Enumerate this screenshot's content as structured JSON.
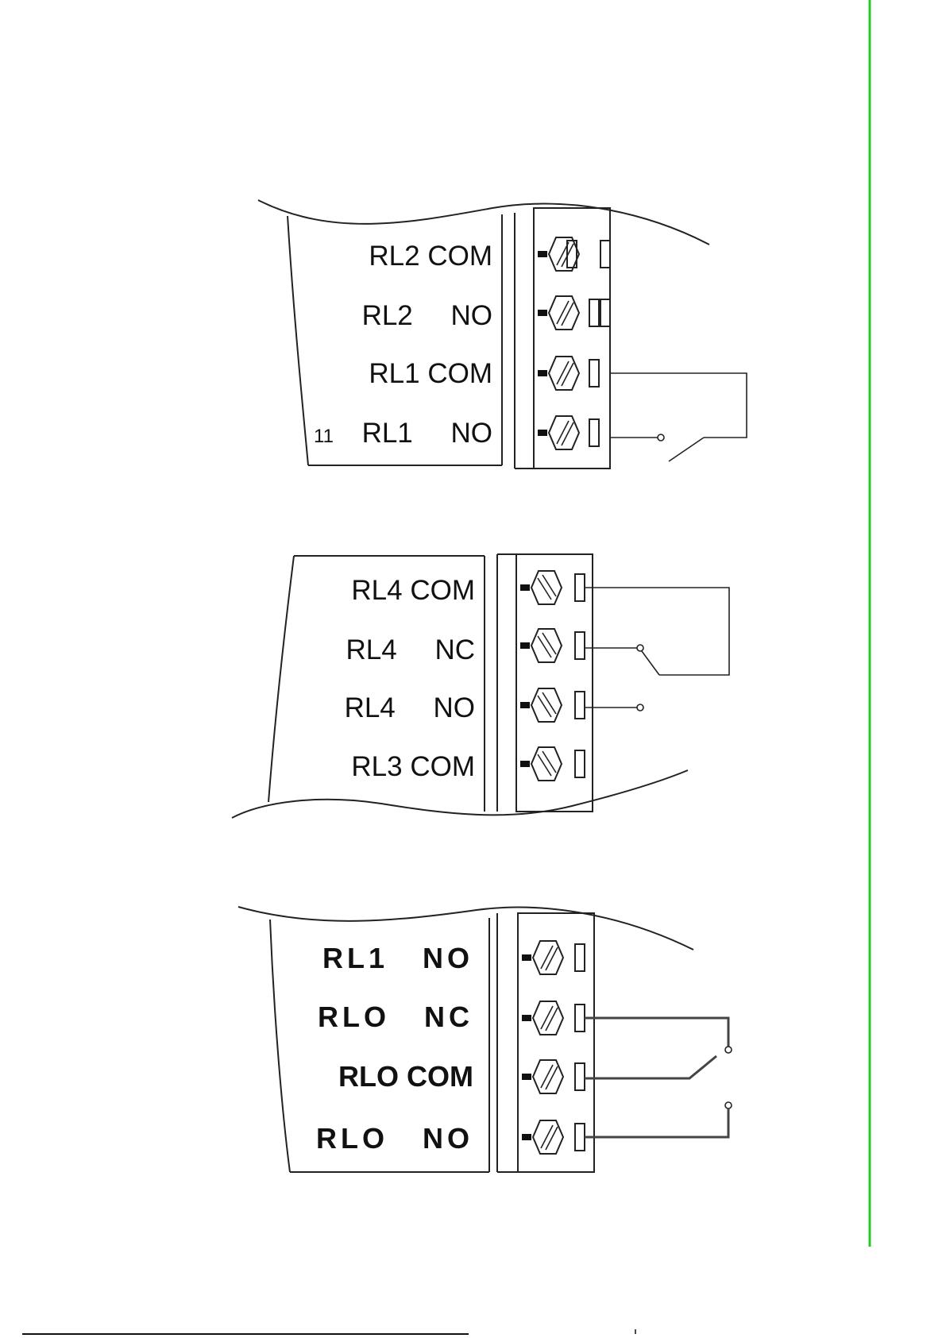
{
  "diagram_1": {
    "labels": [
      "RL2 COM",
      "RL2 NO",
      "RL1 COM",
      "RL1 NO"
    ],
    "pin_number": "11"
  },
  "diagram_2": {
    "labels": [
      "RL4 COM",
      "RL4 NC",
      "RL4 NO",
      "RL3 COM"
    ]
  },
  "diagram_3": {
    "labels": [
      "RL1 NO",
      "RLO NC",
      "RLO COM",
      "RLO NO"
    ]
  },
  "colors": {
    "margin_rule": "#22cc22",
    "ink": "#222222"
  }
}
